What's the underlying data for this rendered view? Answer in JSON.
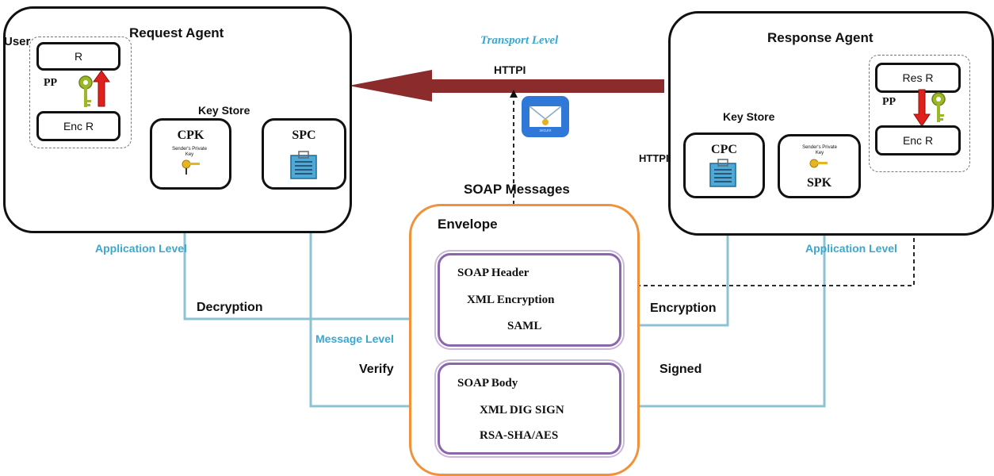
{
  "request_agent": {
    "title": "Request Agent",
    "user_label": "User",
    "r_label": "R",
    "pp_label": "PP",
    "enc_r_label": "Enc R",
    "key_store_label": "Key Store",
    "cpk_label": "CPK",
    "spc_label": "SPC",
    "key_caption": "Sender's Private Key"
  },
  "response_agent": {
    "title": "Response Agent",
    "res_r_label": "Res R",
    "pp_label": "PP",
    "enc_r_label": "Enc R",
    "key_store_label": "Key Store",
    "cpc_label": "CPC",
    "spk_label": "SPK",
    "key_caption": "Sender's Private Key"
  },
  "transport": {
    "title": "Transport Level",
    "httpi_top": "HTTPI",
    "httpi_right": "HTTPI",
    "mail_icon_caption": "secure"
  },
  "soap": {
    "messages_label": "SOAP Messages",
    "envelope_label": "Envelope",
    "header": {
      "title": "SOAP Header",
      "line1": "XML Encryption",
      "line2": "SAML"
    },
    "body": {
      "title": "SOAP Body",
      "line1": "XML DIG SIGN",
      "line2": "RSA-SHA/AES"
    }
  },
  "levels": {
    "application_left": "Application Level",
    "application_right": "Application Level",
    "message": "Message Level"
  },
  "flows": {
    "decryption": "Decryption",
    "verify": "Verify",
    "encryption": "Encryption",
    "signed": "Signed"
  },
  "colors": {
    "transport_arrow": "#8b2b2b",
    "flow_line": "#8cc3d4",
    "envelope_border": "#f0913b",
    "inner_border": "#8a67ad",
    "level_text": "#3aa7cf",
    "red_arrow": "#e0201b",
    "key_green": "#9ab82a"
  }
}
